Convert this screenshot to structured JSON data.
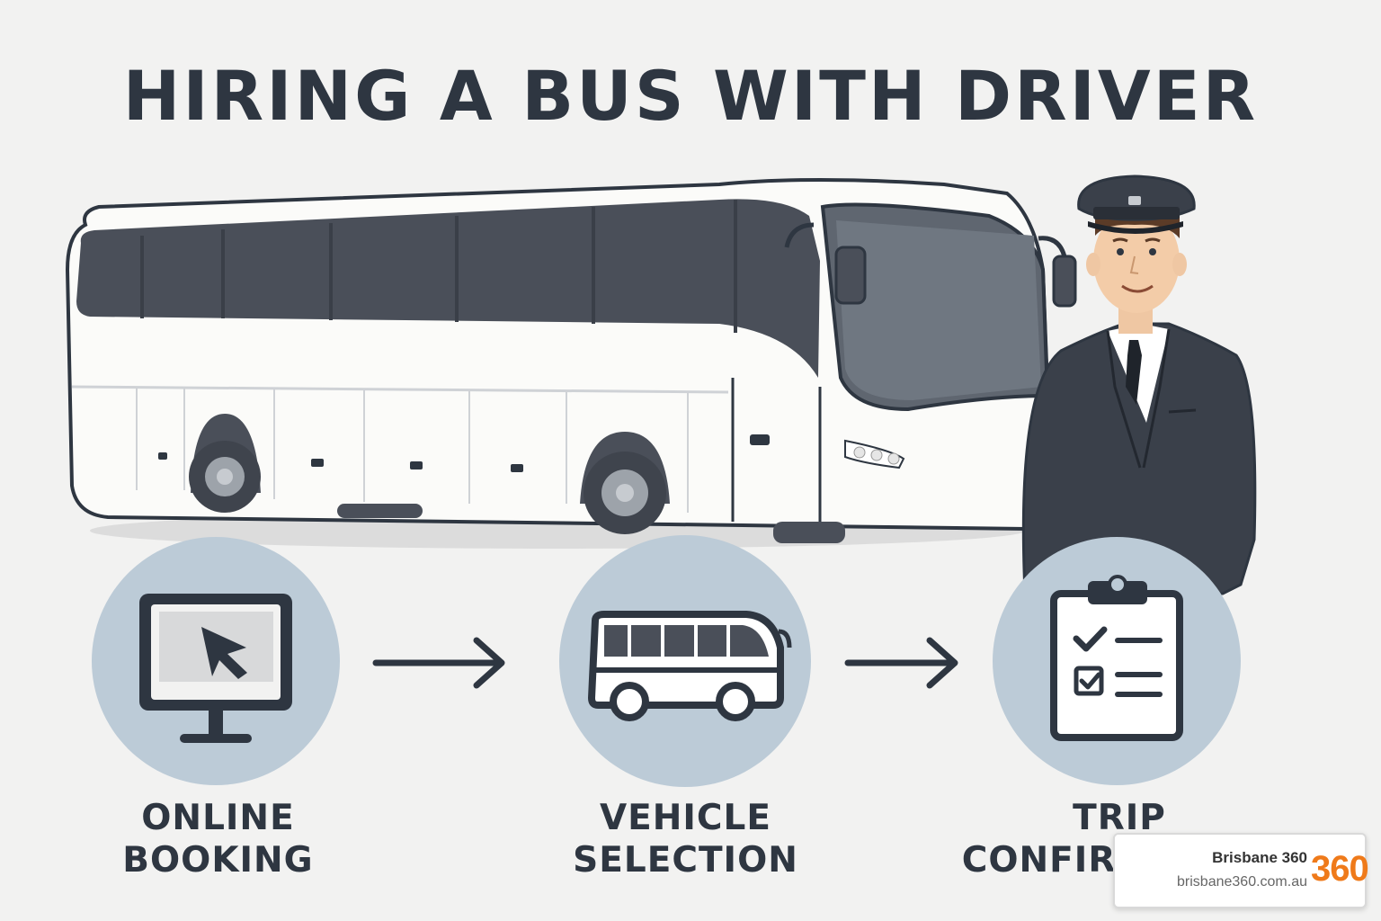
{
  "title": "HIRING A BUS WITH DRIVER",
  "steps": [
    {
      "line1": "ONLINE",
      "line2": "BOOKING",
      "icon": "computer-monitor-cursor-icon"
    },
    {
      "line1": "VEHICLE",
      "line2": "SELECTION",
      "icon": "bus-icon"
    },
    {
      "line1": "TRIP",
      "line2": "CONFIRMATION",
      "icon": "clipboard-checklist-icon"
    }
  ],
  "badge": {
    "name": "Brisbane 360",
    "url": "brisbane360.com.au",
    "logo": "360"
  },
  "colors": {
    "background": "#f2f2f1",
    "text": "#2e3641",
    "circle": "#bccbd7",
    "bus_body": "#fbfbf9",
    "windows": "#4a4f59",
    "badge_logo": "#ef7a1a"
  }
}
